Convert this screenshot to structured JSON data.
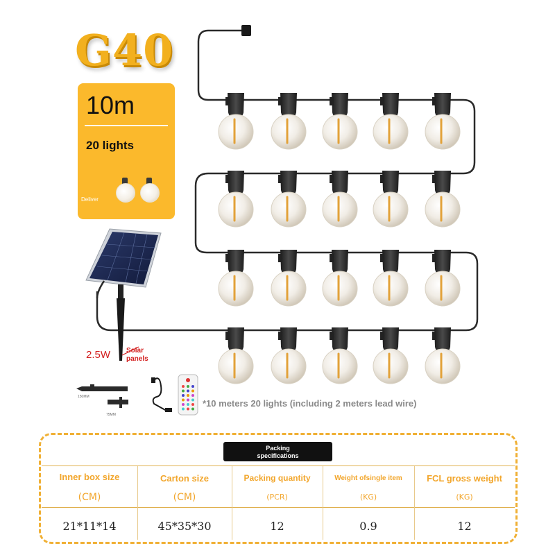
{
  "product": {
    "model": "G40",
    "length": "10m",
    "light_count": "20 lights",
    "deliver_label": "Deliver",
    "solar_power": "2.5W",
    "solar_note_line1": "Solar",
    "solar_note_line2": "panels",
    "footnote": "*10 meters 20 lights (including 2 meters lead wire)",
    "accessory_dims": [
      "150MM",
      "75MM"
    ]
  },
  "specs": {
    "header": "Packing specifications",
    "columns": [
      {
        "label": "Inner box size",
        "unit": "(CM)",
        "value": "21*11*14"
      },
      {
        "label": "Carton size",
        "unit": "(CM)",
        "value": "45*35*30"
      },
      {
        "label": "Packing quantity",
        "unit": "(PCR)",
        "value": "12"
      },
      {
        "label": "Weight ofsingle item",
        "unit": "(KG)",
        "value": "0.9"
      },
      {
        "label": "FCL gross weight",
        "unit": "(KG)",
        "value": "12"
      }
    ]
  },
  "colors": {
    "accent": "#fbb92c",
    "table_text": "#f2a62c",
    "alert_red": "#d32020",
    "cable": "#2a2a2a"
  }
}
